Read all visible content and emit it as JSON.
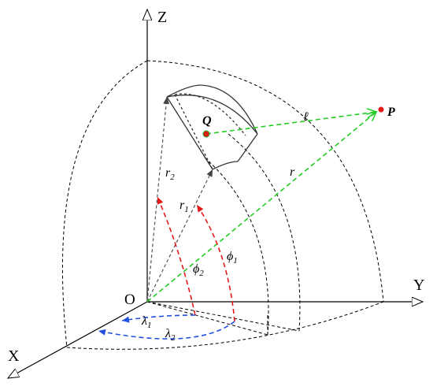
{
  "axes": {
    "z_label": "Z",
    "y_label": "Y",
    "x_label": "X",
    "origin_label": "O"
  },
  "points": {
    "q_label": "Q",
    "p_label": "P"
  },
  "symbols": {
    "distance_label": "ℓ",
    "r_label": "r",
    "r1_base": "r",
    "r1_sub": "1",
    "r2_base": "r",
    "r2_sub": "2",
    "phi1_base": "ϕ",
    "phi1_sub": "1",
    "phi2_base": "ϕ",
    "phi2_sub": "2",
    "lambda1_base": "λ",
    "lambda1_sub": "1",
    "lambda2_base": "λ",
    "lambda2_sub": "2"
  },
  "colors": {
    "axis": "#000000",
    "dashed_black": "#000000",
    "vector_gray": "#555555",
    "tesseroid": "#333333",
    "green": "#22cc22",
    "red": "#e31a1a",
    "blue": "#1f4fe0",
    "point_p": "#e31a1a"
  }
}
